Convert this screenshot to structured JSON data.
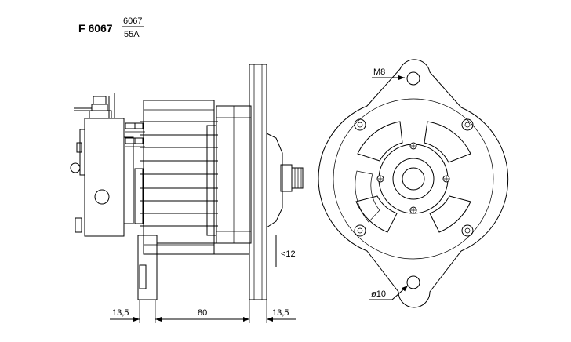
{
  "title": {
    "model": "F 6067",
    "fraction_top": "6067",
    "fraction_bottom": "55A"
  },
  "dimensions": {
    "left_flange": "13,5",
    "body_length": "80",
    "right_flange": "13,5",
    "mount_hole_offset": "<12",
    "thread": "M8",
    "hole_diameter": "ø10"
  },
  "colors": {
    "line": "#000000",
    "background": "#ffffff"
  }
}
